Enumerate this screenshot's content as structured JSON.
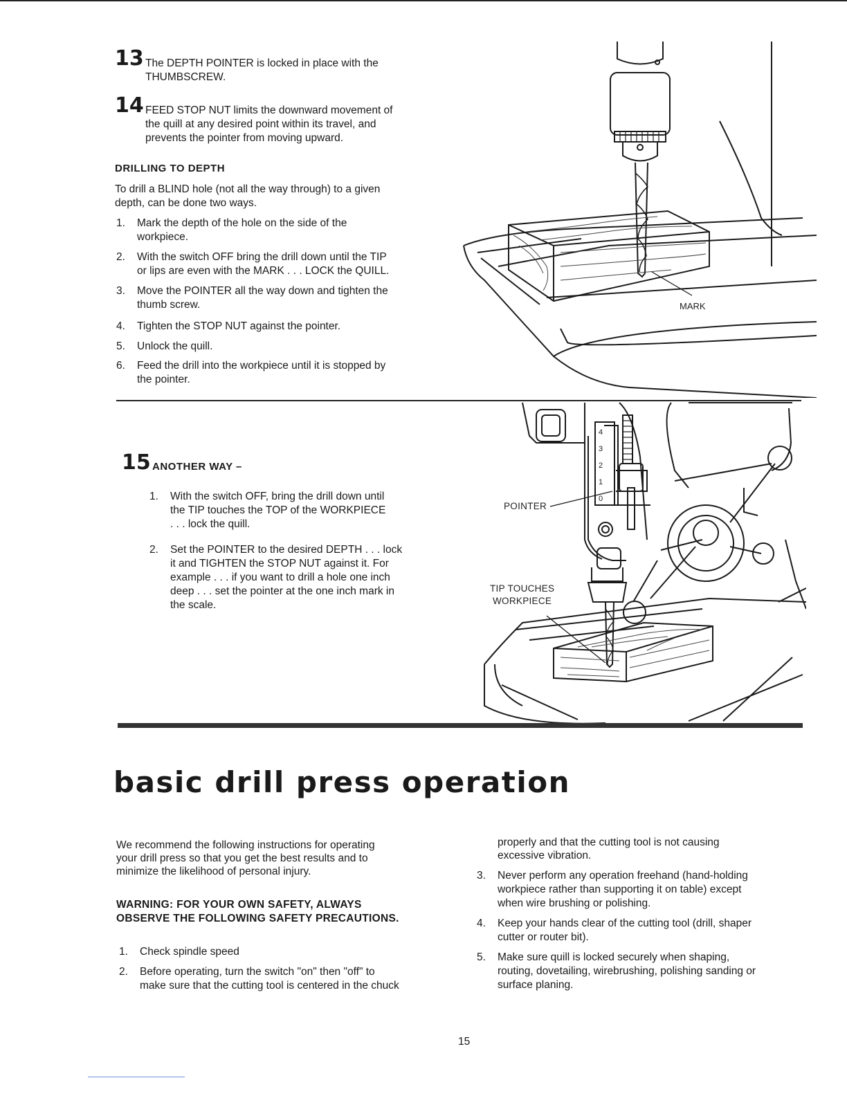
{
  "step13": {
    "num": "13",
    "kw": "DEPTH POINTER",
    "lines": [
      "The DEPTH POINTER is locked in place with the",
      "THUMBSCREW."
    ]
  },
  "step14": {
    "num": "14",
    "lines": [
      "FEED STOP NUT limits the downward movement of",
      "the quill at any desired point within its travel, and",
      "prevents the pointer from moving upward."
    ]
  },
  "drill_depth": {
    "heading": "DRILLING TO DEPTH",
    "intro": [
      "To drill a BLIND hole (not all the way through) to a given",
      "depth, can be done two ways."
    ],
    "items": [
      {
        "n": "1.",
        "lines": [
          "Mark the depth of the hole on the side of the",
          "workpiece."
        ]
      },
      {
        "n": "2.",
        "lines": [
          "With the switch OFF bring the drill down until the TIP",
          "or lips are even with the MARK . . . LOCK the QUILL."
        ]
      },
      {
        "n": "3.",
        "lines": [
          "Move the POINTER all the way down and tighten the",
          "thumb screw."
        ]
      },
      {
        "n": "4.",
        "lines": [
          "Tighten the STOP NUT against the pointer."
        ]
      },
      {
        "n": "5.",
        "lines": [
          "Unlock the quill."
        ]
      },
      {
        "n": "6.",
        "lines": [
          "Feed the drill into the workpiece until it is stopped by",
          "the pointer."
        ]
      }
    ]
  },
  "figure1": {
    "mark_label": "MARK"
  },
  "step15": {
    "num": "15",
    "heading": "ANOTHER WAY –",
    "items": [
      {
        "n": "1.",
        "lines": [
          "With the switch OFF, bring the drill down until",
          "the TIP touches the TOP of the WORKPIECE",
          ". . . lock the quill."
        ]
      },
      {
        "n": "2.",
        "lines": [
          "Set the POINTER to the desired DEPTH . . . lock",
          "it and TIGHTEN the STOP NUT against it. For",
          "example . . . if you want to drill a hole one inch",
          "deep . . . set the pointer at the one inch mark in",
          "the scale."
        ]
      }
    ]
  },
  "figure2": {
    "pointer_label": "POINTER",
    "tip_label_1": "TIP TOUCHES",
    "tip_label_2": "WORKPIECE",
    "scale": [
      "4",
      "3",
      "2",
      "1",
      "0"
    ]
  },
  "section": {
    "title": "basic drill press operation",
    "intro": [
      "We recommend the following instructions for operating",
      "your drill press so that you get the best results and to",
      "minimize the likelihood of personal injury."
    ],
    "warning": [
      "WARNING: FOR YOUR OWN SAFETY, ALWAYS",
      "OBSERVE THE FOLLOWING SAFETY PRECAUTIONS."
    ],
    "left_items": [
      {
        "n": "1.",
        "lines": [
          "Check spindle speed"
        ]
      },
      {
        "n": "2.",
        "lines": [
          "Before operating, turn the switch \"on\" then \"off\" to",
          "make sure that the cutting tool is centered in the chuck"
        ]
      }
    ],
    "right_cont": [
      "properly and that the cutting tool is not causing",
      "excessive vibration."
    ],
    "right_items": [
      {
        "n": "3.",
        "lines": [
          "Never perform any operation freehand (hand-holding",
          "workpiece rather than supporting it on table) except",
          "when wire brushing or polishing."
        ]
      },
      {
        "n": "4.",
        "lines": [
          "Keep your hands clear of the cutting tool (drill, shaper",
          "cutter or router bit)."
        ]
      },
      {
        "n": "5.",
        "lines": [
          "Make sure quill is locked securely when shaping,",
          "routing, dovetailing, wirebrushing, polishing sanding or",
          "surface planing."
        ]
      }
    ]
  },
  "page_number": "15"
}
